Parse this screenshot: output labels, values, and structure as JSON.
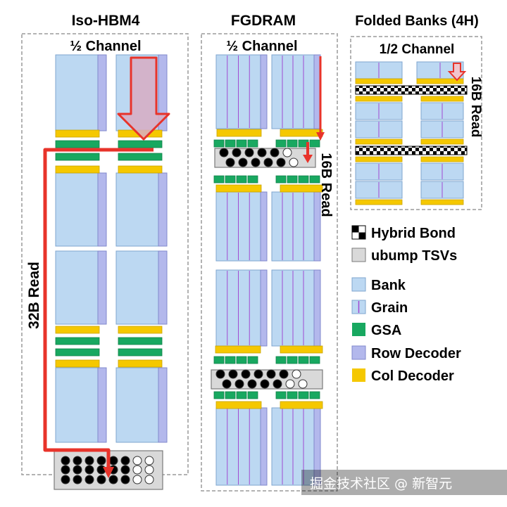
{
  "colors": {
    "bank": "#bcd8f2",
    "bank_border": "#7fa6cf",
    "row_decoder": "#b3b8ec",
    "grain_line": "#a14ad1",
    "gsa": "#18a860",
    "col_decoder": "#f5c800",
    "tsv_fill": "#d9d9d9",
    "arrow_red": "#e8332a"
  },
  "panels": {
    "iso_hbm4": {
      "title": "Iso-HBM4",
      "subtitle": "½ Channel",
      "read_label": "32B Read"
    },
    "fgdram": {
      "title": "FGDRAM",
      "subtitle": "½ Channel",
      "read_label": "16B Read"
    },
    "folded": {
      "title": "Folded Banks (4H)",
      "subtitle": "1/2 Channel",
      "read_label": "16B Read"
    }
  },
  "legend": {
    "items": [
      {
        "label": "Hybrid Bond",
        "icon": "checker-icon"
      },
      {
        "label": "ubump TSVs",
        "icon": "gray-box-icon"
      },
      {
        "label": "Bank",
        "icon": "bank-swatch-icon"
      },
      {
        "label": "Grain",
        "icon": "grain-swatch-icon"
      },
      {
        "label": "GSA",
        "icon": "gsa-swatch-icon"
      },
      {
        "label": "Row Decoder",
        "icon": "row-decoder-swatch-icon"
      },
      {
        "label": "Col Decoder",
        "icon": "col-decoder-swatch-icon"
      }
    ]
  },
  "watermark": "掘金技术社区 @ 新智元"
}
